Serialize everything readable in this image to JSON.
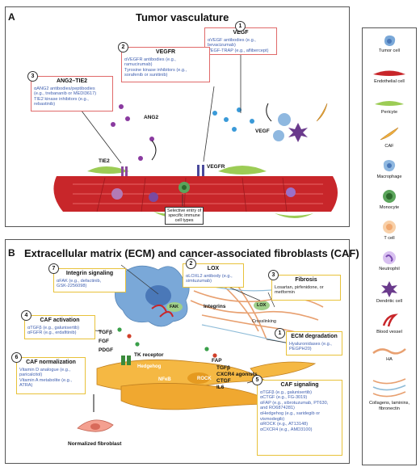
{
  "panel_a": {
    "letter": "A",
    "title": "Tumor vasculature",
    "boxes": {
      "vegf": {
        "num": "1",
        "title": "VEGF",
        "lines": [
          "αVEGF antibodies (e.g.,",
          "bevacizumab)",
          "VEGF-TRAP (e.g., aflibercept)"
        ]
      },
      "vegfr": {
        "num": "2",
        "title": "VEGFR",
        "lines": [
          "αVEGFR antibodies (e.g.,",
          "ramucirumab)",
          "Tyrosine kinase inhibitors (e.g.,",
          "sorafenib or sunitinib)"
        ]
      },
      "ang2": {
        "num": "3",
        "title": "ANG2–TIE2",
        "lines": [
          "αANG2 antibodies/peptibodies",
          "(e.g., trebananib or MEDI3617)",
          "TIE2 kinase inhibitors (e.g.,",
          "rebastinib)"
        ]
      }
    },
    "labels": {
      "ang2": "ANG2",
      "tie2": "TIE2",
      "vegf": "VEGF",
      "vegfr": "VEGFR",
      "entry": [
        "Selective entry of",
        "specific immune",
        "cell types"
      ]
    }
  },
  "panel_b": {
    "letter": "B",
    "title": "Extracellular matrix (ECM) and cancer-associated fibroblasts (CAF)",
    "boxes": {
      "integrin": {
        "num": "7",
        "title": "Integrin signaling",
        "lines": [
          "αFAK (e.g., defactinib,",
          "GSK-2256098)"
        ]
      },
      "lox": {
        "num": "2",
        "title": "LOX",
        "lines": [
          "αLOXL2 antibody (e.g.,",
          "simtuzumab)"
        ]
      },
      "fibrosis": {
        "num": "3",
        "title": "Fibrosis",
        "lines": [
          "Losartan, pirfenidone, or",
          "metformin"
        ]
      },
      "caf_activation": {
        "num": "4",
        "title": "CAF activation",
        "lines": [
          "αTGFβ (e.g., galunisertib)",
          "αFGFR (e.g., erdafitinib)"
        ]
      },
      "ecm_degradation": {
        "num": "1",
        "title": "ECM degradation",
        "lines": [
          "Hyaluronidases (e.g.,",
          "PEGPH20)"
        ]
      },
      "caf_normalization": {
        "num": "6",
        "title": "CAF normalization",
        "lines": [
          "Vitamin D analogue (e.g.,",
          "paricalcitol)",
          "Vitamin A metabolite (e.g.,",
          "ATRA)"
        ]
      },
      "caf_signaling": {
        "num": "5",
        "title": "CAF signaling",
        "lines": [
          "αTGFβ (e.g., galunisertib)",
          "αCTGF (e.g., FG-3019)",
          "αFAP (e.g., sibrotuzumab, PT630,",
          "and RO6874281)",
          "αHedgehog (e.g., saridegib or",
          "vismodegib)",
          "αROCK (e.g., AT13148)",
          "αCXCR4 (e.g., AMD3100)"
        ]
      }
    },
    "labels": {
      "fak": "FAK",
      "integrins": "Integrins",
      "lox": "LOX",
      "crosslinking": "Crosslinking",
      "tgfb": "TGFβ",
      "fgf": "FGF",
      "pdgf": "PDGF",
      "tk_receptor": "TK receptor",
      "hedgehog": "Hedgehog",
      "nfkb": "NFκB",
      "rock": "ROCK",
      "fap": "FAP",
      "agonists": [
        "TGFβ",
        "CXCR4 agonists",
        "CTGF",
        "IL6"
      ],
      "normalized": "Normalized fibroblast"
    }
  },
  "legend": [
    {
      "icon": "tumor-cell",
      "label": "Tumor cell"
    },
    {
      "icon": "endothelial-cell",
      "label": "Endothelial cell"
    },
    {
      "icon": "pericyte",
      "label": "Pericyte"
    },
    {
      "icon": "caf",
      "label": "CAF"
    },
    {
      "icon": "macrophage",
      "label": "Macrophage"
    },
    {
      "icon": "monocyte",
      "label": "Monocyte"
    },
    {
      "icon": "t-cell",
      "label": "T cell"
    },
    {
      "icon": "neutrophil",
      "label": "Neutrophil"
    },
    {
      "icon": "dendritic-cell",
      "label": "Dendritic cell"
    },
    {
      "icon": "blood-vessel",
      "label": "Blood vessel"
    },
    {
      "icon": "ha",
      "label": "HA"
    },
    {
      "icon": "collagens",
      "label": "Collagens, laminins, fibronectin"
    }
  ],
  "colors": {
    "red_box": "#e06a6a",
    "yellow_box": "#e8c23a",
    "drug_text": "#4060b0",
    "vessel": "#c8262a",
    "caf": "#f0b040",
    "tumor": "#7aa8d8"
  }
}
